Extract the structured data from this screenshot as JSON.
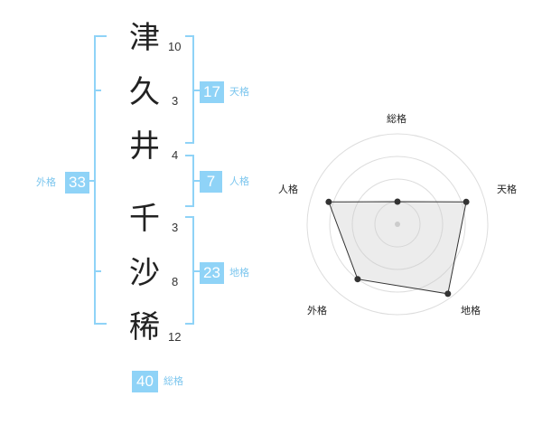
{
  "name": {
    "chars": [
      {
        "char": "津",
        "strokes": "10"
      },
      {
        "char": "久",
        "strokes": "3"
      },
      {
        "char": "井",
        "strokes": "4"
      },
      {
        "char": "千",
        "strokes": "3"
      },
      {
        "char": "沙",
        "strokes": "8"
      },
      {
        "char": "稀",
        "strokes": "12"
      }
    ]
  },
  "fortunes": {
    "tenkaku": {
      "value": "17",
      "label": "天格"
    },
    "jinkaku": {
      "value": "7",
      "label": "人格"
    },
    "chikaku": {
      "value": "23",
      "label": "地格"
    },
    "gaikaku": {
      "value": "33",
      "label": "外格"
    },
    "soukaku": {
      "value": "40",
      "label": "総格"
    }
  },
  "colors": {
    "accent": "#8fd3f7",
    "label": "#7cc6ee",
    "bracket": "#8fd3f7"
  },
  "chart_data": {
    "type": "radar",
    "axes": [
      "総格",
      "天格",
      "地格",
      "外格",
      "人格"
    ],
    "values": [
      0.25,
      0.8,
      0.95,
      0.75,
      0.8
    ],
    "max": 1,
    "rings": 4
  }
}
